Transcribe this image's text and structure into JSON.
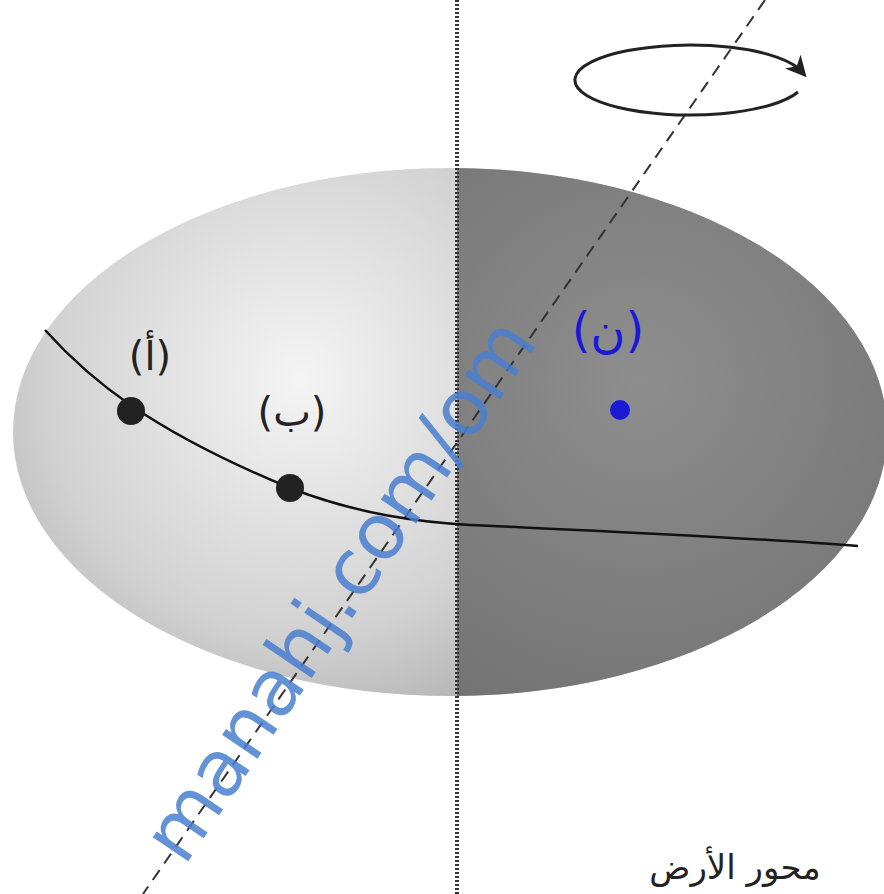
{
  "diagram": {
    "labels": [
      "(أ)",
      "(ب)",
      "(ن)",
      "محور الأرض",
      "manahj.com/om"
    ]
  }
}
